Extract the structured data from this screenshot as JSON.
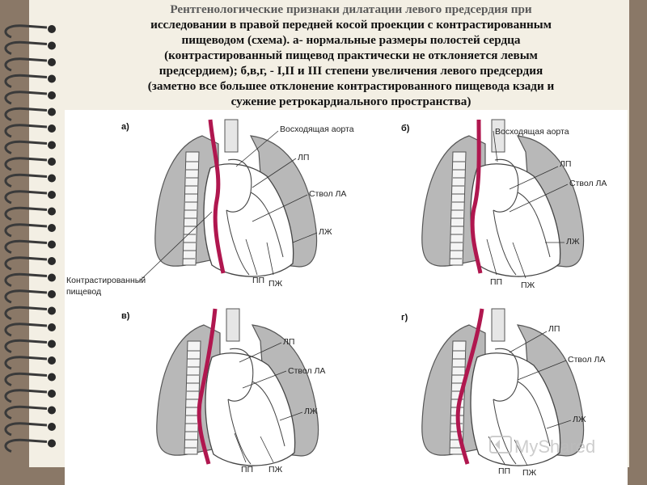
{
  "caption": {
    "line1": "Рентгенологические признаки дилатации левого предсердия при",
    "line2": "исследовании в правой передней косой проекции с контрастированным",
    "line3": "пищеводом (схема). а- нормальные размеры полостей сердца",
    "line4": "(контрастированный пищевод практически не отклоняется левым",
    "line5": "предсердием); б,в,г, - I,II и III степени увеличения левого предсердия",
    "line6": "(заметно все большее отклонение контрастированного пищевода кзади и",
    "line7": "сужение ретрокардиального пространства)"
  },
  "panels": {
    "a": {
      "letter": "а)",
      "labels": {
        "aorta": "Восходящая аорта",
        "lp": "ЛП",
        "la": "Ствол ЛА",
        "lzh": "ЛЖ",
        "pp": "ПП",
        "pzh": "ПЖ",
        "esophagus1": "Контрастированный",
        "esophagus2": "пищевод"
      }
    },
    "b": {
      "letter": "б)",
      "labels": {
        "aorta": "Восходящая аорта",
        "lp": "ЛП",
        "la": "Ствол ЛА",
        "lzh": "ЛЖ",
        "pp": "ПП",
        "pzh": "ПЖ"
      }
    },
    "v": {
      "letter": "в)",
      "labels": {
        "lp": "ЛП",
        "la": "Ствол ЛА",
        "lzh": "ЛЖ",
        "pp": "ПП",
        "pzh": "ПЖ"
      }
    },
    "g": {
      "letter": "г)",
      "labels": {
        "lp": "ЛП",
        "la": "Ствол ЛА",
        "lzh": "ЛЖ",
        "pp": "ПП",
        "pzh": "ПЖ"
      }
    }
  },
  "watermark": "MyShared",
  "colors": {
    "lung": "#b8b8b8",
    "lung_stroke": "#555555",
    "esophagus": "#b0174f",
    "background": "#8a7867",
    "paper": "#f3efe4"
  }
}
